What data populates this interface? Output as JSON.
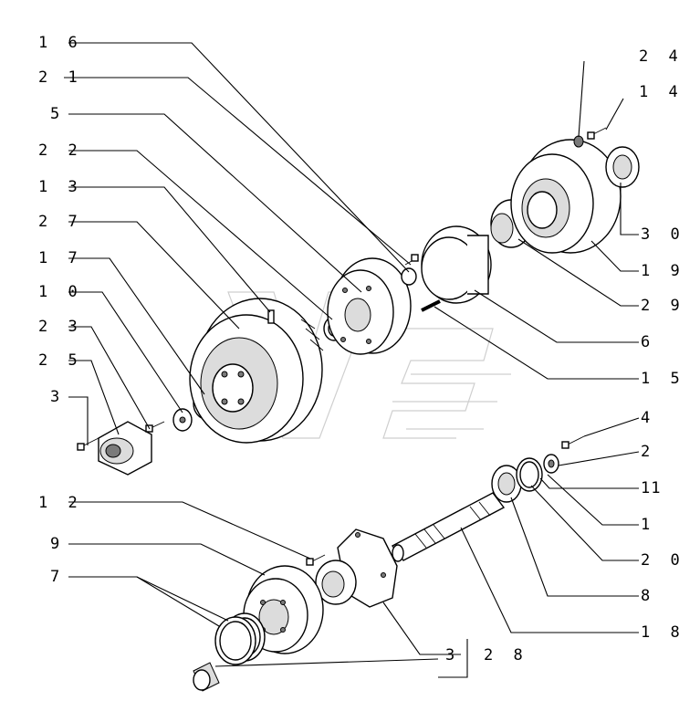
{
  "diagram": {
    "labels": [
      {
        "id": "l16",
        "text": "1 6"
      },
      {
        "id": "l21",
        "text": "2 1"
      },
      {
        "id": "l5",
        "text": "5"
      },
      {
        "id": "l22",
        "text": "2 2"
      },
      {
        "id": "l13",
        "text": "1 3"
      },
      {
        "id": "l27",
        "text": "2 7"
      },
      {
        "id": "l17",
        "text": "1 7"
      },
      {
        "id": "l10",
        "text": "1 0"
      },
      {
        "id": "l23",
        "text": "2 3"
      },
      {
        "id": "l25",
        "text": "2 5"
      },
      {
        "id": "l3a",
        "text": "3"
      },
      {
        "id": "l12",
        "text": "1 2"
      },
      {
        "id": "l9",
        "text": "9"
      },
      {
        "id": "l7",
        "text": "7"
      },
      {
        "id": "l24",
        "text": "2 4"
      },
      {
        "id": "l14",
        "text": "1 4"
      },
      {
        "id": "l30",
        "text": "3 0"
      },
      {
        "id": "l19",
        "text": "1 9"
      },
      {
        "id": "l29",
        "text": "2 9"
      },
      {
        "id": "l6",
        "text": "6"
      },
      {
        "id": "l15",
        "text": "1 5"
      },
      {
        "id": "l4",
        "text": "4"
      },
      {
        "id": "l2",
        "text": "2"
      },
      {
        "id": "l11",
        "text": "11"
      },
      {
        "id": "l1",
        "text": "1"
      },
      {
        "id": "l20",
        "text": "2 0"
      },
      {
        "id": "l8",
        "text": "8"
      },
      {
        "id": "l18",
        "text": "1 8"
      },
      {
        "id": "l3b",
        "text": "3"
      },
      {
        "id": "l28",
        "text": "2 8"
      }
    ]
  }
}
